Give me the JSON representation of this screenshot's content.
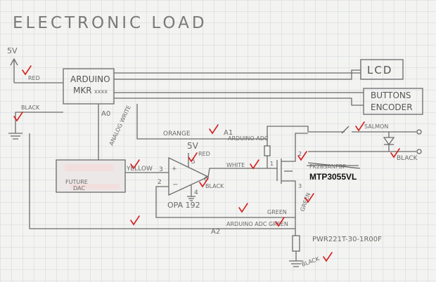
{
  "title": "ELECTRONIC LOAD",
  "supply": {
    "label": "5V",
    "wire": "RED"
  },
  "ground": {
    "label": "BLACK"
  },
  "arduino": {
    "line1": "ARDUINO",
    "line2": "MKR",
    "suffix": "xxxx"
  },
  "lcd": {
    "label": "LCD"
  },
  "buttons": {
    "line1": "BUTTONS",
    "line2": "ENCODER"
  },
  "pins": {
    "a0": "A0",
    "a1": "A1",
    "a2": "A2",
    "analog_write": "ANALOG WRITE"
  },
  "wires": {
    "orange": "ORANGE",
    "adc_a1": "ARDUINO ADC",
    "yellow": "YELLOW",
    "white": "WHITE",
    "green": "GREEN",
    "green2": "GREEN",
    "adc_green": "ARDUINO ADC GREEN",
    "red_op": "RED",
    "black_op": "BLACK"
  },
  "dac": {
    "line1": "FUTURE",
    "line2": "DAC"
  },
  "opamp": {
    "name": "OPA 192",
    "supply": "5V",
    "pin3": "3",
    "pin2": "2",
    "pin5": "5",
    "pin4": "4",
    "pin6": "6"
  },
  "mosfet": {
    "label": "MTP3055VL",
    "struck": "FK2BSANPBF",
    "pin1": "1",
    "pin2": "2",
    "pin3": "3"
  },
  "output": {
    "plus": "SALMON",
    "minus": "BLACK"
  },
  "shunt": {
    "label": "PWR221T-30-1R00F"
  },
  "bottom_ground": {
    "label": "BLACK"
  }
}
